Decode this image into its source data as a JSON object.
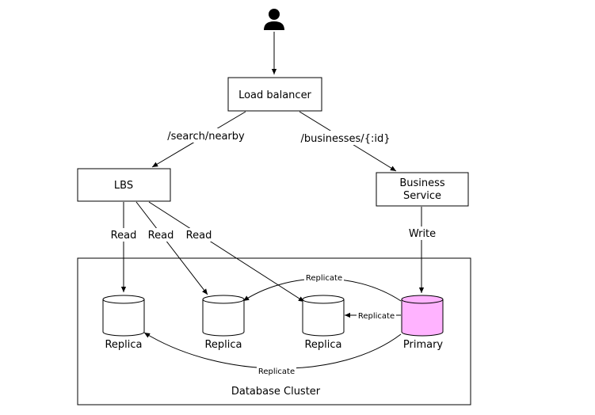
{
  "load_balancer": "Load balancer",
  "edges": {
    "search": "/search/nearby",
    "businesses": "/businesses/{:id}",
    "read": "Read",
    "write": "Write",
    "replicate": "Replicate"
  },
  "lbs": "LBS",
  "business_service": [
    "Business",
    "Service"
  ],
  "cluster": {
    "title": "Database Cluster",
    "replica": "Replica",
    "primary": "Primary",
    "primary_color": "#ffb3ff"
  },
  "icons": {
    "user": "user-icon"
  }
}
